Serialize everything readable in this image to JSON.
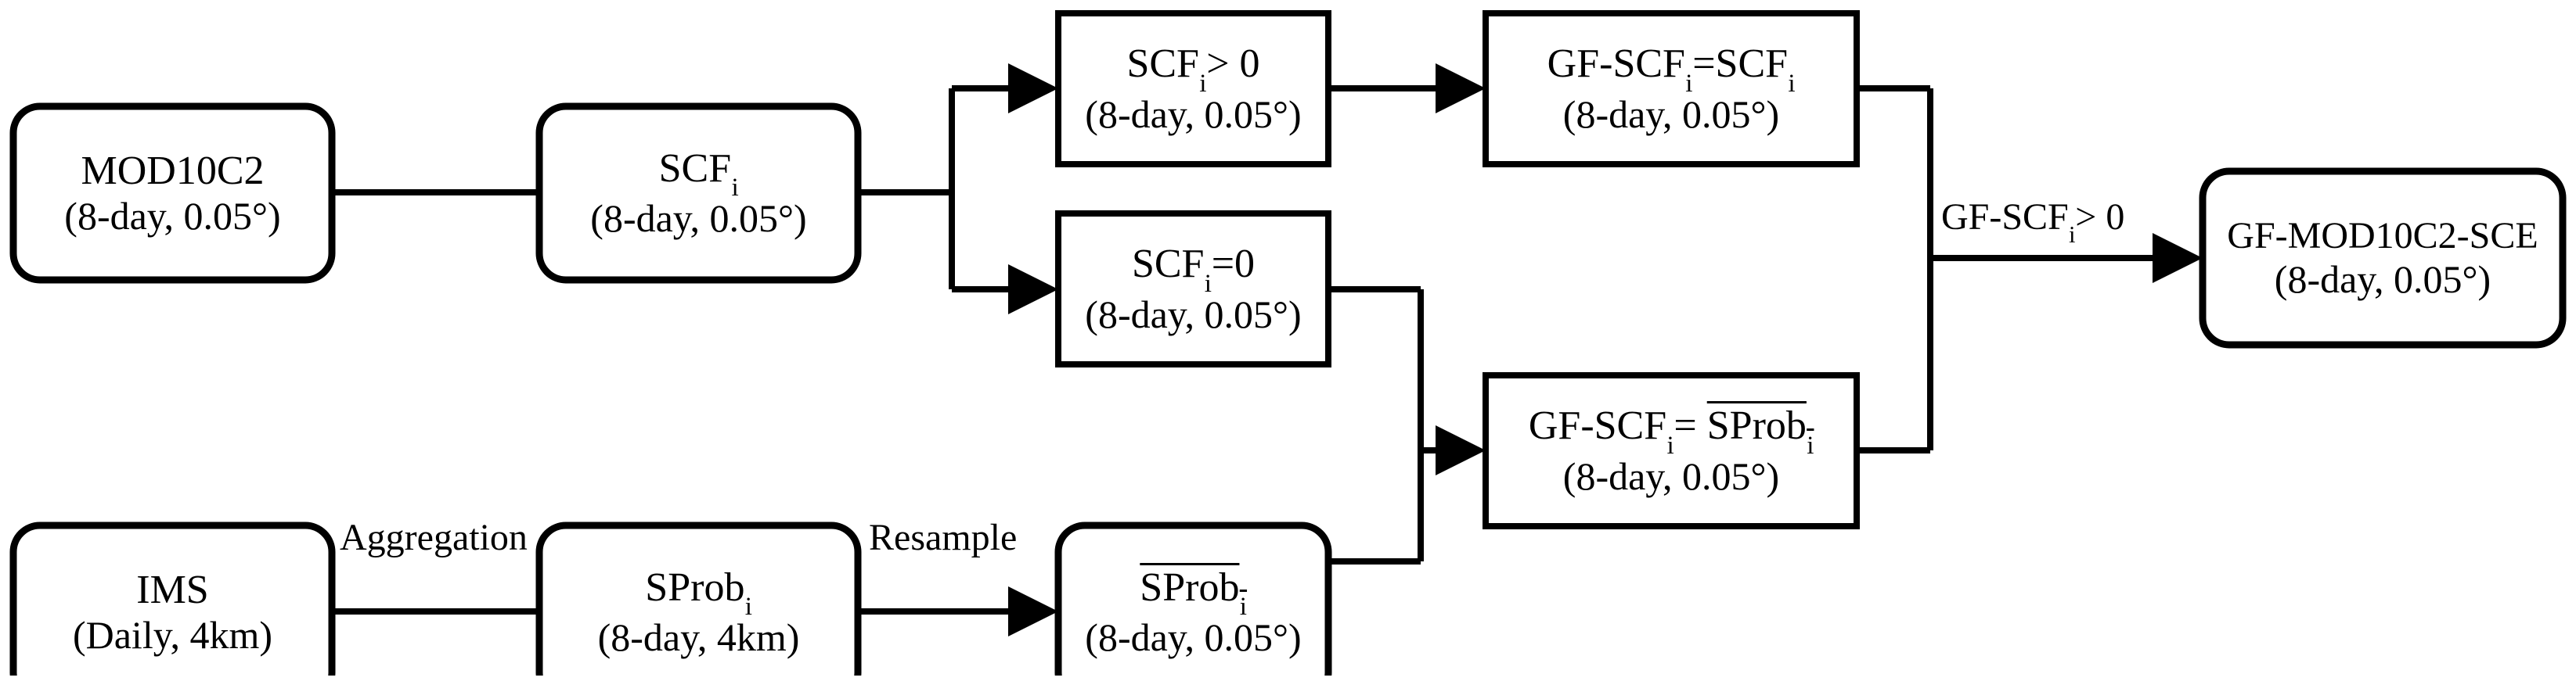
{
  "diagram": {
    "title": "GF-MOD10C2-SCE generation flowchart",
    "background_color": "#ffffff",
    "stroke_color": "#000000",
    "nodes": [
      {
        "id": "mod10c2",
        "shape": "rounded-rect",
        "line1": "MOD10C2",
        "line2": "(8-day, 0.05°)"
      },
      {
        "id": "scf",
        "shape": "rounded-rect",
        "line1_main": "SCF",
        "line1_sub": "i",
        "line2": "(8-day, 0.05°)"
      },
      {
        "id": "scf-gt-zero",
        "shape": "rect",
        "line1_main": "SCF",
        "line1_sub": "i",
        "line1_tail": "> 0",
        "line2": "(8-day, 0.05°)"
      },
      {
        "id": "gf-scf-eq-scf",
        "shape": "rect",
        "line1_main": "GF-SCF",
        "line1_sub": "i",
        "line1_tail": "=SCF",
        "line1_sub2": "i",
        "line2": "(8-day, 0.05°)"
      },
      {
        "id": "scf-eq-zero",
        "shape": "rect",
        "line1_main": "SCF",
        "line1_sub": "i",
        "line1_tail": "=0",
        "line2": "(8-day, 0.05°)"
      },
      {
        "id": "gf-scf-eq-sprob",
        "shape": "rect",
        "line1_main": "GF-SCF",
        "line1_sub": "i",
        "line1_tail": "= ",
        "line1_over": "SProb",
        "line1_sub2": "i",
        "line2": "(8-day, 0.05°)"
      },
      {
        "id": "gf-mod10c2-sce",
        "shape": "rounded-rect",
        "line1": "GF-MOD10C2-SCE",
        "line2": "(8-day, 0.05°)"
      },
      {
        "id": "ims",
        "shape": "rounded-rect",
        "line1": "IMS",
        "line2": "(Daily, 4km)"
      },
      {
        "id": "sprob",
        "shape": "rounded-rect",
        "line1_main": "SProb",
        "line1_sub": "i",
        "line2": "(8-day, 4km)"
      },
      {
        "id": "sprob-bar",
        "shape": "rounded-rect",
        "line1_over": "SProb",
        "line1_sub": "i",
        "line2": "(8-day, 0.05°)"
      }
    ],
    "edge_labels": [
      {
        "id": "aggregation",
        "text": "Aggregation"
      },
      {
        "id": "resample",
        "text": "Resample"
      },
      {
        "id": "gf-scf-gt-zero",
        "main": "GF-SCF",
        "sub": "i",
        "tail": "> 0"
      }
    ]
  }
}
